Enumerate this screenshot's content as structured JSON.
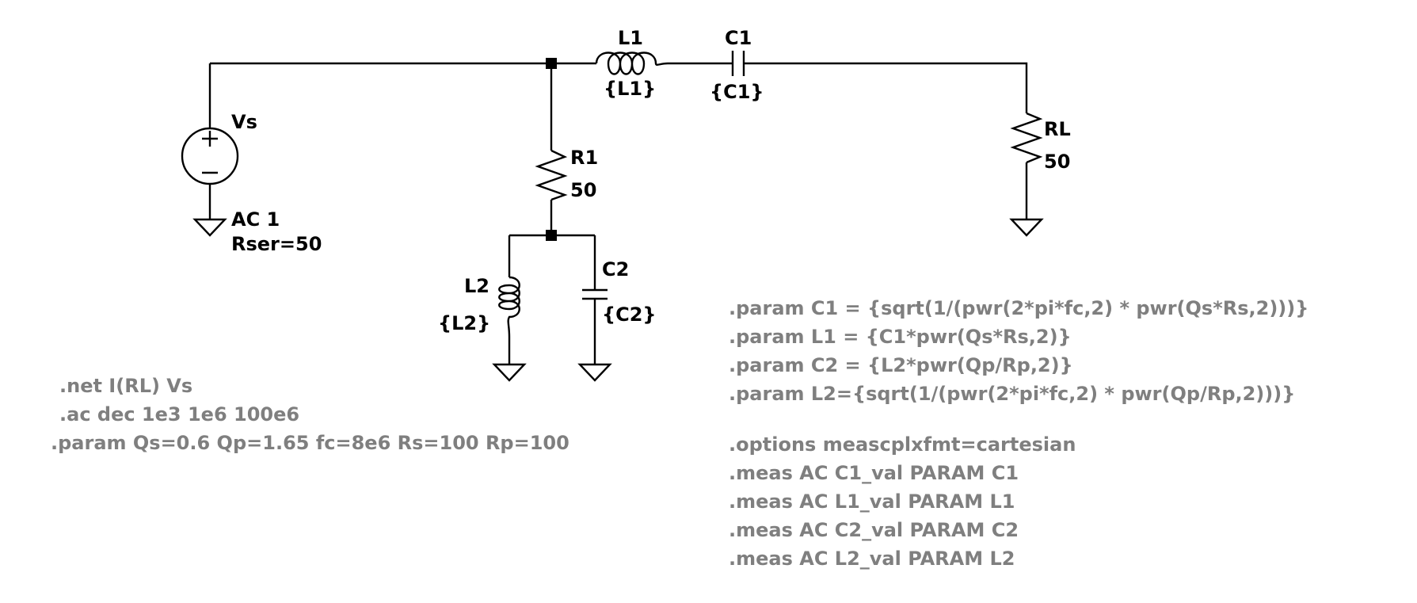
{
  "components": {
    "vs": {
      "name": "Vs",
      "value1": "AC 1",
      "value2": "Rser=50"
    },
    "l1": {
      "name": "L1",
      "value": "{L1}"
    },
    "c1": {
      "name": "C1",
      "value": "{C1}"
    },
    "r1": {
      "name": "R1",
      "value": "50"
    },
    "rl": {
      "name": "RL",
      "value": "50"
    },
    "l2": {
      "name": "L2",
      "value": "{L2}"
    },
    "c2": {
      "name": "C2",
      "value": "{C2}"
    }
  },
  "directives_left": [
    ".net I(RL) Vs",
    ".ac dec 1e3 1e6 100e6",
    ".param Qs=0.6 Qp=1.65 fc=8e6 Rs=100 Rp=100"
  ],
  "directives_params": [
    ".param C1 = {sqrt(1/(pwr(2*pi*fc,2) * pwr(Qs*Rs,2)))}",
    ".param L1 = {C1*pwr(Qs*Rs,2)}",
    ".param C2 = {L2*pwr(Qp/Rp,2)}",
    ".param L2={sqrt(1/(pwr(2*pi*fc,2) * pwr(Qp/Rp,2)))}"
  ],
  "directives_meas": [
    ".options meascplxfmt=cartesian",
    ".meas AC C1_val PARAM C1",
    ".meas AC L1_val PARAM L1",
    ".meas AC C2_val PARAM C2",
    ".meas AC L2_val PARAM L2"
  ]
}
